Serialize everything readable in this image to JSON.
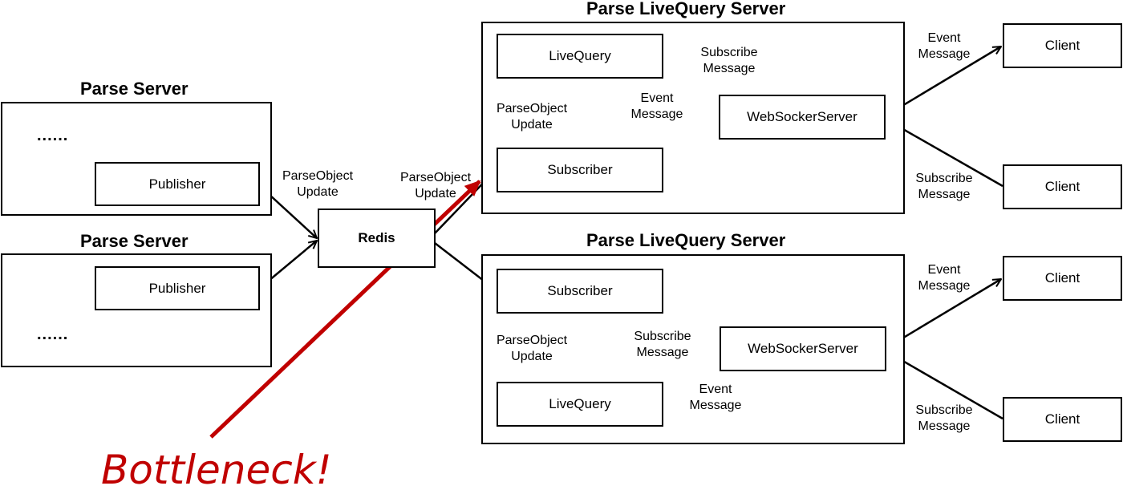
{
  "parse_server_top": {
    "title": "Parse Server",
    "ellipsis": "......",
    "publisher": "Publisher"
  },
  "parse_server_bottom": {
    "title": "Parse Server",
    "ellipsis": "......",
    "publisher": "Publisher"
  },
  "redis": {
    "label": "Redis"
  },
  "livequery_server_top": {
    "title": "Parse LiveQuery Server",
    "livequery": "LiveQuery",
    "subscriber": "Subscriber",
    "websocket": "WebSockerServer",
    "parse_update_line1": "ParseObject",
    "parse_update_line2": "Update",
    "subscribe_line1": "Subscribe",
    "subscribe_line2": "Message",
    "event_line1": "Event",
    "event_line2": "Message"
  },
  "livequery_server_bottom": {
    "title": "Parse LiveQuery Server",
    "livequery": "LiveQuery",
    "subscriber": "Subscriber",
    "websocket": "WebSockerServer",
    "parse_update_line1": "ParseObject",
    "parse_update_line2": "Update",
    "subscribe_line1": "Subscribe",
    "subscribe_line2": "Message",
    "event_line1": "Event",
    "event_line2": "Message"
  },
  "edge_labels": {
    "publisher_to_redis_line1": "ParseObject",
    "publisher_to_redis_line2": "Update",
    "redis_to_subscriber_line1": "ParseObject",
    "redis_to_subscriber_line2": "Update"
  },
  "clients": {
    "c1": "Client",
    "c2": "Client",
    "c3": "Client",
    "c4": "Client",
    "c1_event_line1": "Event",
    "c1_event_line2": "Message",
    "c2_subscribe_line1": "Subscribe",
    "c2_subscribe_line2": "Message",
    "c3_event_line1": "Event",
    "c3_event_line2": "Message",
    "c4_subscribe_line1": "Subscribe",
    "c4_subscribe_line2": "Message"
  },
  "annotation": {
    "text": "Bottleneck!",
    "color": "#c00000"
  }
}
